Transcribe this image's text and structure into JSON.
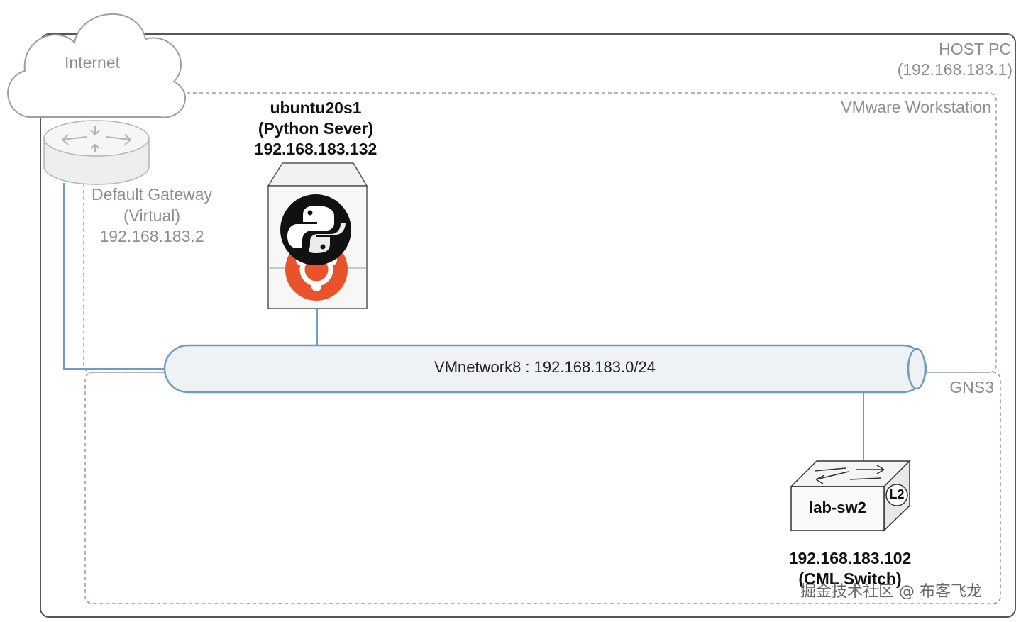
{
  "zones": {
    "host_pc": {
      "name": "HOST PC",
      "ip": "(192.168.183.1)"
    },
    "vmware": {
      "name": "VMware Workstation"
    },
    "gns3": {
      "name": "GNS3"
    }
  },
  "internet": {
    "label": "Internet"
  },
  "gateway": {
    "line1": "Default Gateway",
    "line2": "(Virtual)",
    "ip": "192.168.183.2"
  },
  "server": {
    "name": "ubuntu20s1",
    "role": "(Python Sever)",
    "ip": "192.168.183.132"
  },
  "network": {
    "label": "VMnetwork8 : 192.168.183.0/24"
  },
  "switch": {
    "name": "lab-sw2",
    "badge": "L2",
    "ip": "192.168.183.102",
    "role": "(CML Switch)"
  },
  "watermark": "掘金技术社区 @ 布客飞龙",
  "colors": {
    "line": "#6f9bc4",
    "gray_text": "#8a8f94",
    "python": "#111111",
    "ubuntu": "#e9532b"
  }
}
